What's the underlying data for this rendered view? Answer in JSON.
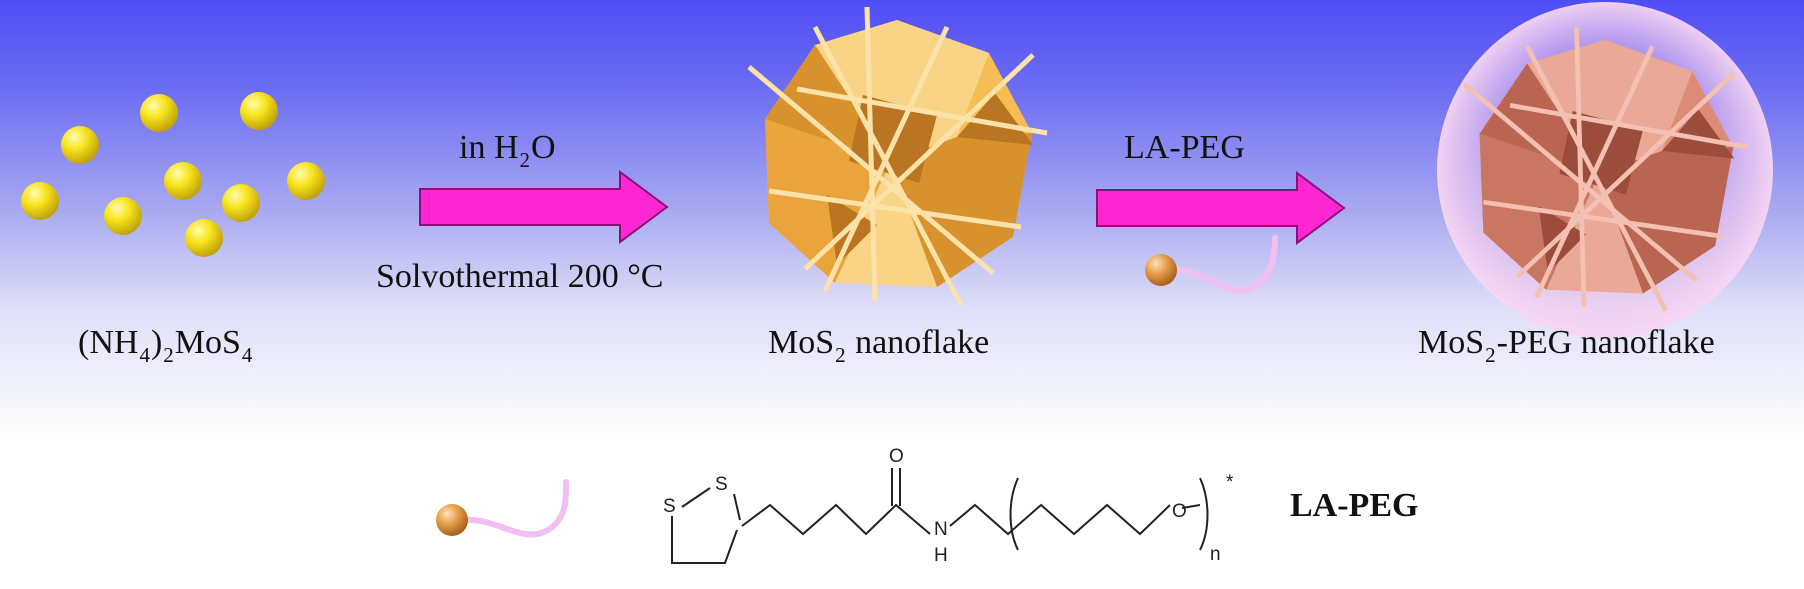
{
  "reactant": {
    "label_prefix": "(NH",
    "label_sub1": "4",
    "label_mid": ")",
    "label_sub2": "2",
    "label_main": "MoS",
    "label_sub3": "4"
  },
  "step1": {
    "top_prefix": "in H",
    "top_sub": "2",
    "top_suffix": "O",
    "bottom": "Solvothermal 200 °C"
  },
  "product1": {
    "label_main": "MoS",
    "label_sub": "2",
    "label_suffix": " nanoflake"
  },
  "step2": {
    "top": "LA-PEG"
  },
  "product2": {
    "label_main": "MoS",
    "label_sub": "2",
    "label_suffix": "-PEG nanoflake"
  },
  "legend": {
    "label": "LA-PEG",
    "structure_atoms": {
      "s1": "S",
      "s2": "S",
      "oxygen_carbonyl": "O",
      "nitrogen": "N",
      "hydrogen": "H",
      "oxygen_ether": "O",
      "repeat": "n",
      "end": "*"
    }
  },
  "colors": {
    "background_top": "#4f4df6",
    "precursor_ball": "#f5e21a",
    "arrow": "#ff26d4",
    "nanoflake": "#f3b24c",
    "peg_nanoflake": "#d98b76",
    "peg_shell": "#f2c6ea",
    "ligand_ball": "#e7a24d",
    "ligand_tail": "#f3bff0"
  }
}
